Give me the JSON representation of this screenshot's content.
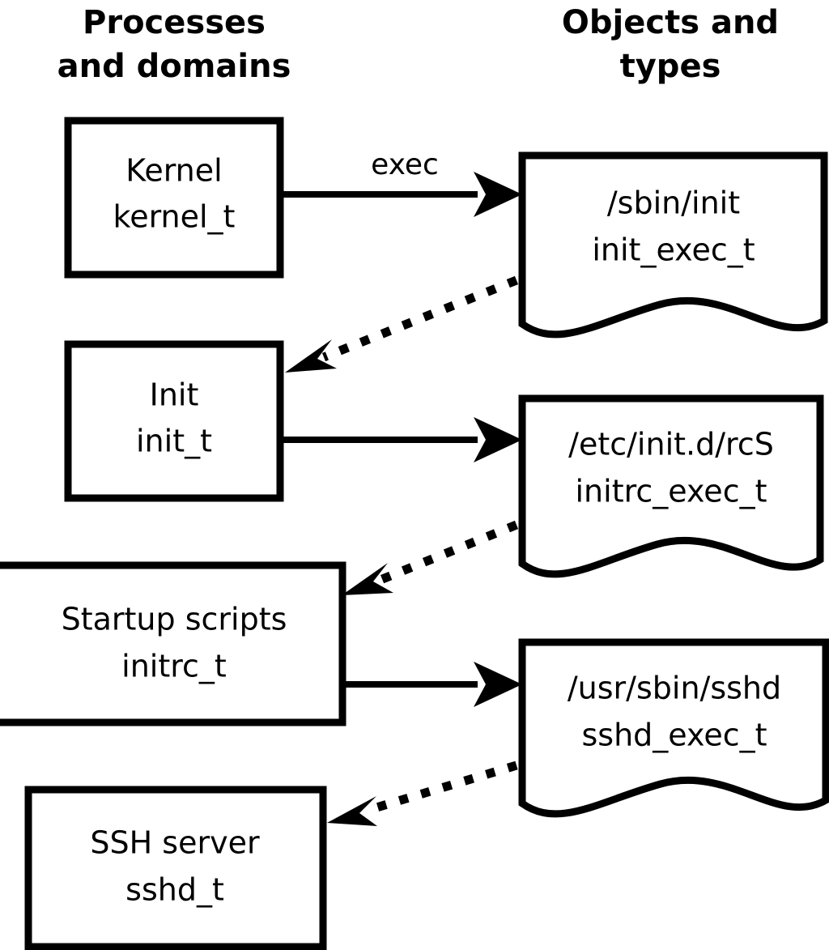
{
  "diagram": {
    "title_left": "Processes\nand domains",
    "columns": [
      {
        "id": "processes",
        "line1": "Processes",
        "line2": "and domains"
      },
      {
        "id": "objects",
        "line1": "Objects and",
        "line2": "types"
      }
    ],
    "colors": {
      "stroke": "#000000",
      "fill": "#ffffff",
      "text": "#000000"
    },
    "process_nodes": [
      {
        "id": "kernel",
        "line1": "Kernel",
        "line2": "kernel_t"
      },
      {
        "id": "init",
        "line1": "Init",
        "line2": "init_t"
      },
      {
        "id": "startup-scripts",
        "line1": "Startup scripts",
        "line2": "initrc_t"
      },
      {
        "id": "ssh-server",
        "line1": "SSH server",
        "line2": "sshd_t"
      }
    ],
    "object_nodes": [
      {
        "id": "sbin-init",
        "line1": "/sbin/init",
        "line2": "init_exec_t"
      },
      {
        "id": "etc-initd-rcs",
        "line1": "/etc/init.d/rcS",
        "line2": "initrc_exec_t"
      },
      {
        "id": "usr-sbin-sshd",
        "line1": "/usr/sbin/sshd",
        "line2": "sshd_exec_t"
      }
    ],
    "edges": [
      {
        "id": "kernel-exec-init",
        "from": "kernel",
        "to": "sbin-init",
        "style": "solid",
        "label": "exec"
      },
      {
        "id": "initexec-transition-init",
        "from": "sbin-init",
        "to": "init",
        "style": "dotted",
        "label": ""
      },
      {
        "id": "init-exec-rcs",
        "from": "init",
        "to": "etc-initd-rcs",
        "style": "solid",
        "label": ""
      },
      {
        "id": "initrcexec-transition-initrc",
        "from": "etc-initd-rcs",
        "to": "startup-scripts",
        "style": "dotted",
        "label": ""
      },
      {
        "id": "initrc-exec-sshd",
        "from": "startup-scripts",
        "to": "usr-sbin-sshd",
        "style": "solid",
        "label": ""
      },
      {
        "id": "sshdexec-transition-sshd",
        "from": "usr-sbin-sshd",
        "to": "ssh-server",
        "style": "dotted",
        "label": ""
      }
    ]
  }
}
